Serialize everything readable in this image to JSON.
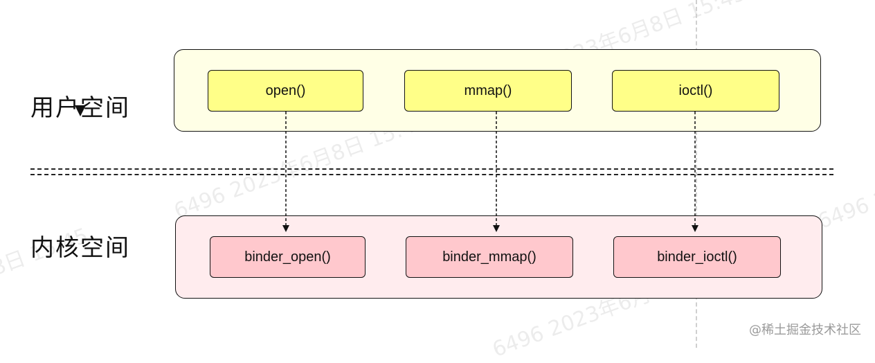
{
  "sections": {
    "user_space_label": "用户空间",
    "kernel_space_label": "内核空间"
  },
  "user_calls": [
    "open()",
    "mmap()",
    "ioctl()"
  ],
  "kernel_calls": [
    "binder_open()",
    "binder_mmap()",
    "binder_ioctl()"
  ],
  "watermark_text": "6496 2023年6月8日 15:45",
  "credit": "@稀土掘金技术社区",
  "colors": {
    "user_panel": "#ffffe6",
    "user_box": "#ffff88",
    "kernel_panel": "#ffecee",
    "kernel_box": "#ffc8cd"
  }
}
